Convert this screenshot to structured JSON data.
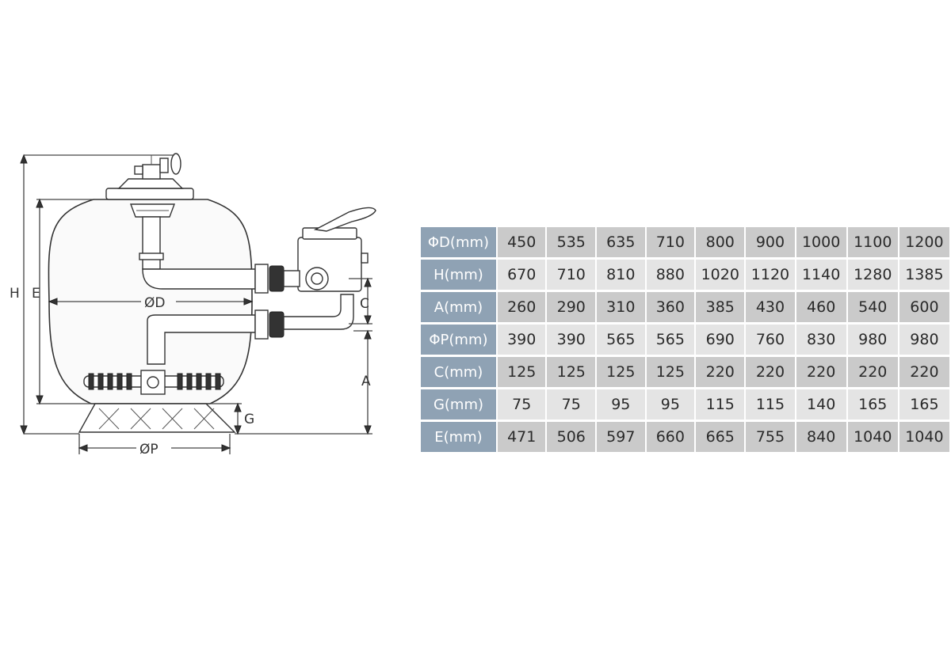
{
  "diagram": {
    "labels": {
      "h": "H",
      "e": "E",
      "d": "ØD",
      "c": "C",
      "a": "A",
      "g": "G",
      "p": "ØP"
    }
  },
  "spec_table": {
    "rows": [
      {
        "label": "ΦD(mm)",
        "values": [
          "450",
          "535",
          "635",
          "710",
          "800",
          "900",
          "1000",
          "1100",
          "1200"
        ]
      },
      {
        "label": "H(mm)",
        "values": [
          "670",
          "710",
          "810",
          "880",
          "1020",
          "1120",
          "1140",
          "1280",
          "1385"
        ]
      },
      {
        "label": "A(mm)",
        "values": [
          "260",
          "290",
          "310",
          "360",
          "385",
          "430",
          "460",
          "540",
          "600"
        ]
      },
      {
        "label": "ΦP(mm)",
        "values": [
          "390",
          "390",
          "565",
          "565",
          "690",
          "760",
          "830",
          "980",
          "980"
        ]
      },
      {
        "label": "C(mm)",
        "values": [
          "125",
          "125",
          "125",
          "125",
          "220",
          "220",
          "220",
          "220",
          "220"
        ]
      },
      {
        "label": "G(mm)",
        "values": [
          "75",
          "75",
          "95",
          "95",
          "115",
          "115",
          "140",
          "165",
          "165"
        ]
      },
      {
        "label": "E(mm)",
        "values": [
          "471",
          "506",
          "597",
          "660",
          "665",
          "755",
          "840",
          "1040",
          "1040"
        ]
      }
    ]
  }
}
